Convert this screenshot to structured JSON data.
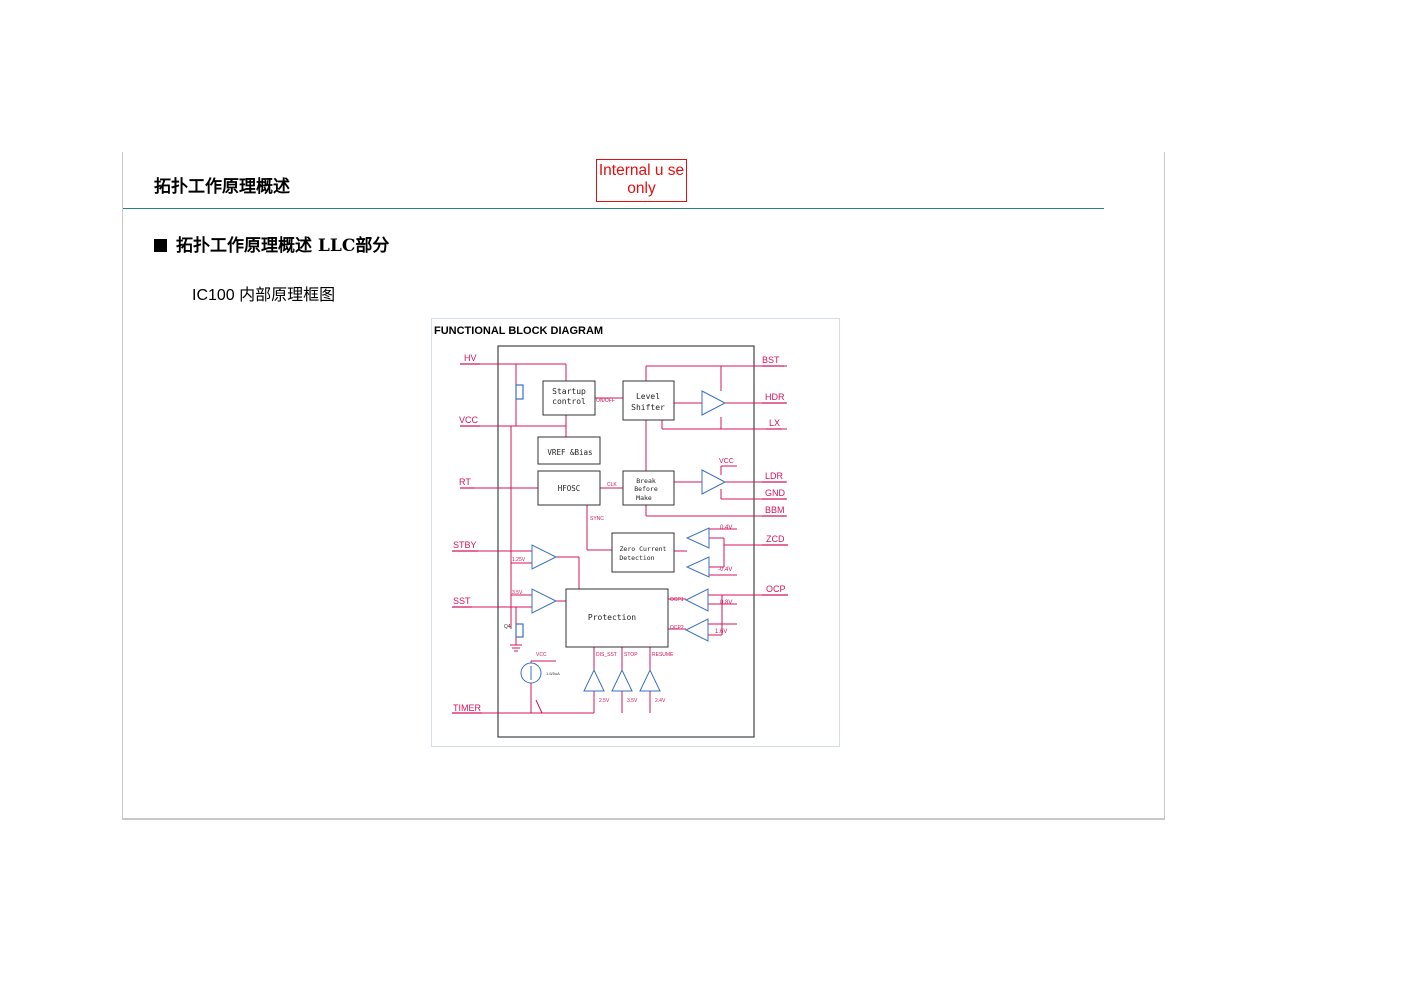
{
  "header": {
    "title": "拓扑工作原理概述",
    "stamp": "Internal u se only"
  },
  "section": {
    "heading": "拓扑工作原理概述 LLC部分",
    "subheading": "IC100  内部原理框图"
  },
  "diagram": {
    "title": "FUNCTIONAL BLOCK DIAGRAM",
    "pins_left": [
      "HV",
      "VCC",
      "RT",
      "STBY",
      "SST",
      "TIMER"
    ],
    "pins_right": [
      "BST",
      "HDR",
      "LX",
      "LDR",
      "GND",
      "BBM",
      "ZCD",
      "OCP"
    ],
    "blocks": {
      "startup": [
        "Startup",
        "control"
      ],
      "level": [
        "Level",
        "Shifter"
      ],
      "vref": "VREF &Bias",
      "hfosc": "HFOSC",
      "bbm": [
        "Break",
        "Before",
        "Make"
      ],
      "zcd": [
        "Zero Current",
        "Detection"
      ],
      "protection": "Protection"
    },
    "labels": {
      "onoff": "ON/OFF",
      "clk": "CLK",
      "sync": "SYNC",
      "vcc_ldr": "VCC",
      "zcd_pos": "0.4V",
      "zcd_neg": "-0.4V",
      "stby_ref": "1.25V",
      "sst_ref": "3.5V",
      "ocp1": "OCP1",
      "ocp2": "OCP2",
      "ocp1_ref": "0.8V",
      "ocp2_ref": "1.6V",
      "q4": "Q4",
      "vcc_src": "VCC",
      "src_current": "1.6/5uA",
      "dis_sst": "DIS_SST",
      "stop": "STOP",
      "resume": "RESUME",
      "t1": "2.5V",
      "t2": "3.5V",
      "t3": "2.4V"
    },
    "colors": {
      "wire": "#d4145a",
      "frame": "#444444",
      "block": "#333333",
      "comparator": "#3b6fc4"
    }
  }
}
